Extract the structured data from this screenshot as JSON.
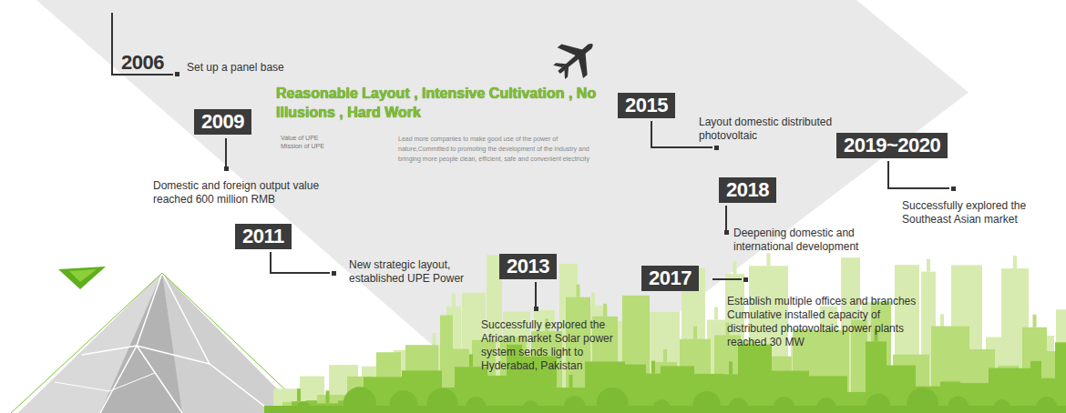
{
  "diagram": {
    "nodes": [
      {
        "text": [
          "2006",
          "Set up a panel base"
        ]
      },
      {
        "text": [
          "2009",
          "Domestic and foreign output value reached 600 million RMB"
        ]
      },
      {
        "text": [
          "2011",
          "New strategic layout, established UPE Power"
        ]
      },
      {
        "text": [
          "2013",
          "Successfully explored the African market Solar power system sends light to Hyderabad, Pakistan"
        ]
      },
      {
        "text": [
          "2015",
          "Layout domestic distributed photovoltaic"
        ]
      },
      {
        "text": [
          "2017",
          "Establish multiple offices and branches Cumulative installed capacity of distributed photovoltaic power plants reached 30 MW"
        ]
      },
      {
        "text": [
          "2018",
          "Deepening domestic and international development"
        ]
      },
      {
        "text": [
          "2019~2020",
          "Successfully explored the Southeast Asian market"
        ]
      }
    ],
    "labels": [
      "Reasonable Layout , Intensive Cultivation , No Illusions , Hard Work",
      "Value of UPE",
      "Mission of UPE",
      "Lead more companies to make good use of the power of nature,Committed to promoting the development of the industry and bringing more people clean, efficient, safe and convenient electricity"
    ]
  }
}
